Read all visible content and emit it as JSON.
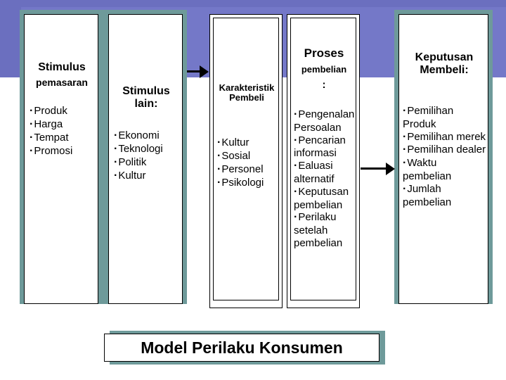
{
  "diagram": {
    "title": "Model Perilaku Konsumen",
    "boxes": [
      {
        "id": "stimulus-pemasaran",
        "heading_line1": "Stimulus",
        "heading_line2": "pemasaran",
        "items": [
          "Produk",
          "Harga",
          "Tempat",
          "Promosi"
        ]
      },
      {
        "id": "stimulus-lain",
        "heading_line1": "Stimulus",
        "heading_line2": "lain:",
        "items": [
          "Ekonomi",
          "Teknologi",
          "Politik",
          "Kultur"
        ]
      },
      {
        "id": "karakteristik-pembeli",
        "heading_line1": "Karakteristik",
        "heading_line2": "Pembeli",
        "items": [
          "Kultur",
          "Sosial",
          "Personel",
          "Psikologi"
        ]
      },
      {
        "id": "proses-pembelian",
        "heading_line1": "Proses",
        "heading_line2": "pembelian",
        "heading_line3": ":",
        "items": [
          "Pengenalan Persoalan",
          "Pencarian informasi",
          "Ealuasi alternatif",
          "Keputusan pembelian",
          "Perilaku setelah pembelian"
        ]
      },
      {
        "id": "keputusan-membeli",
        "heading_line1": "Keputusan",
        "heading_line2": "Membeli:",
        "items": [
          "Pemilihan Produk",
          "Pemilihan merek",
          "Pemilihan dealer",
          "Waktu pembelian",
          "Jumlah pembelian"
        ]
      }
    ],
    "colors": {
      "band": "#7478c8",
      "band_dark": "#6b6fbf",
      "shadow": "#6e9a9a",
      "panel": "#ffffff",
      "stroke": "#000000"
    }
  }
}
